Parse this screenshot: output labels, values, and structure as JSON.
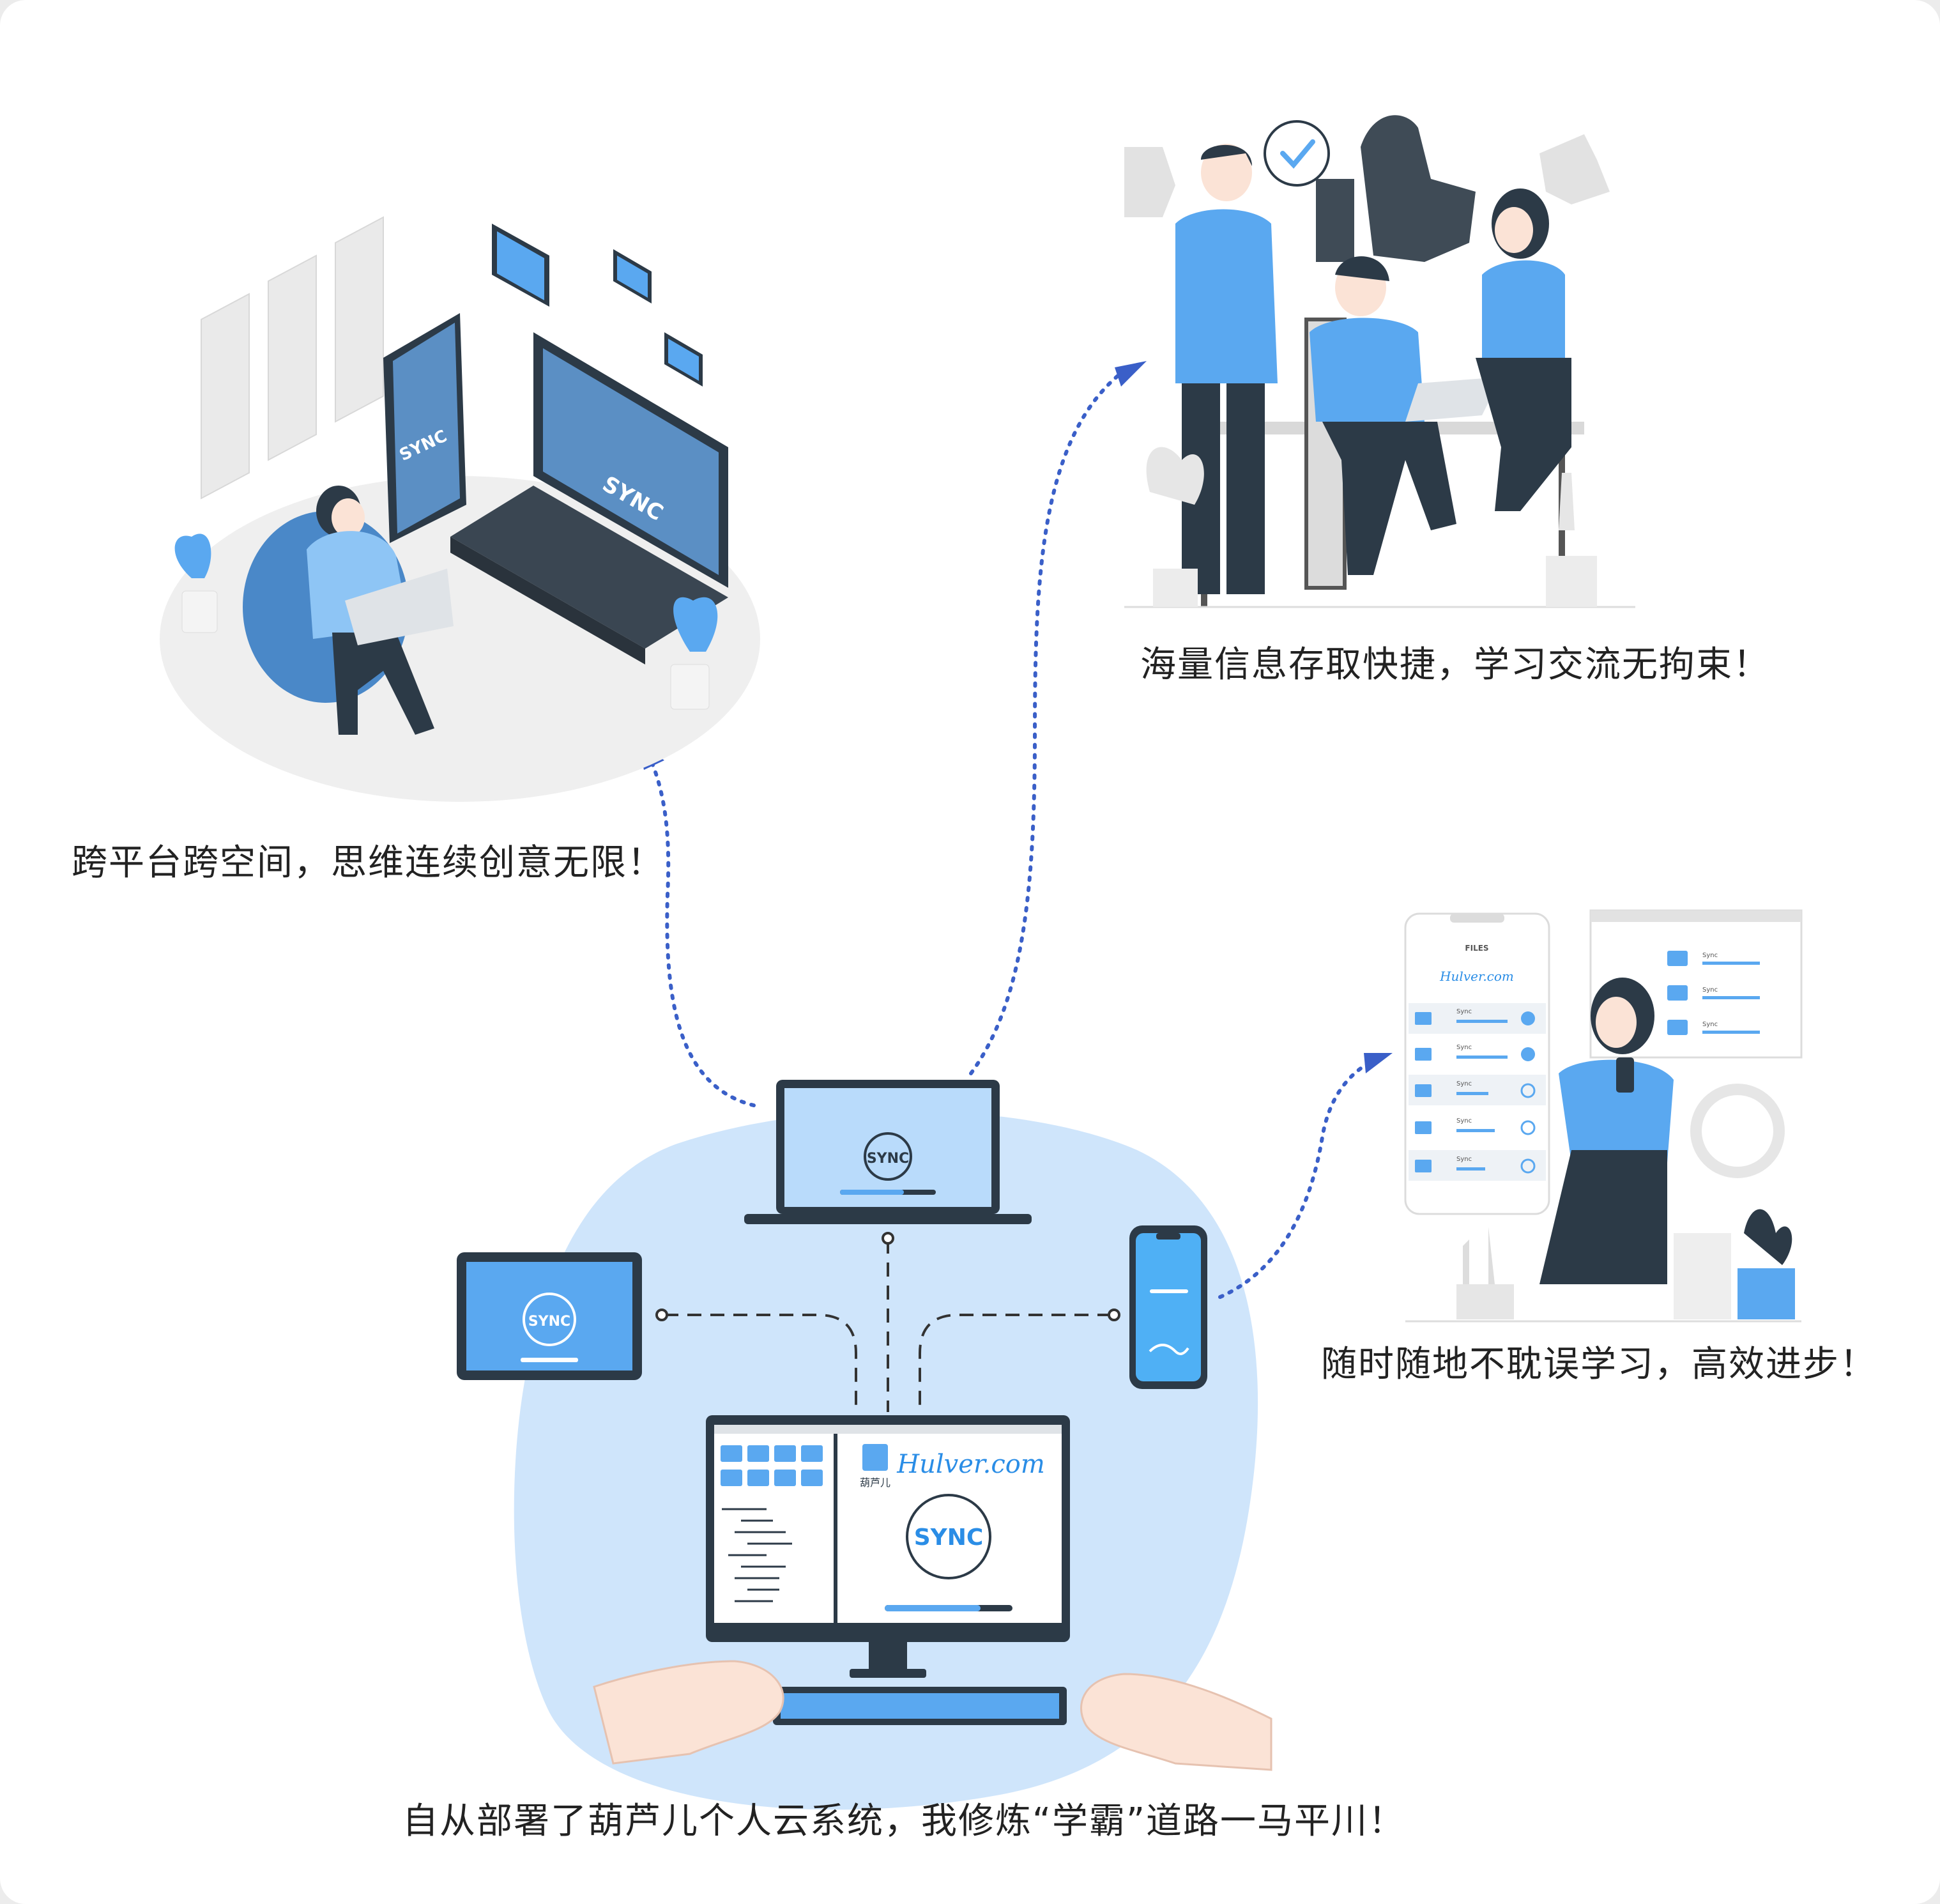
{
  "captions": {
    "top_left": "跨平台跨空间，思维连续创意无限！",
    "top_right": "海量信息存取快捷，学习交流无拘束！",
    "mid_right": "随时随地不耽误学习，高效进步！",
    "bottom": "自从部署了葫芦儿个人云系统，我修炼“学霸”道路一马平川！"
  },
  "brand": {
    "logo_text": "Hulver.com",
    "logo_cn": "葫芦儿",
    "sync_label": "SYNC"
  },
  "phone_app": {
    "header": "FILES",
    "rows": [
      {
        "label": "Sync",
        "status": "done"
      },
      {
        "label": "Sync",
        "status": "done"
      },
      {
        "label": "Sync",
        "status": "syncing"
      },
      {
        "label": "Sync",
        "status": "syncing"
      },
      {
        "label": "Sync",
        "status": "syncing"
      }
    ]
  },
  "desktop_window": {
    "rows": [
      {
        "label": "Sync"
      },
      {
        "label": "Sync"
      },
      {
        "label": "Sync"
      }
    ]
  },
  "colors": {
    "accent_blue": "#5aa8f0",
    "dark_navy": "#2c3a47",
    "light_blue_bg": "#cfe5fb",
    "arrow_blue": "#3a5fc8"
  }
}
